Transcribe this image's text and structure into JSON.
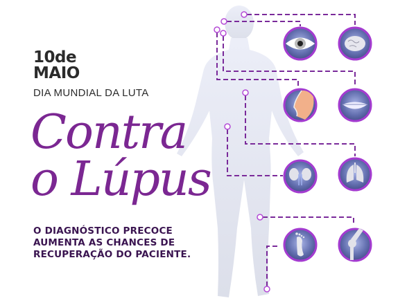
{
  "header": {
    "date_day": "10de",
    "date_month": "MAIO",
    "subtitle": "DIA MUNDIAL DA LUTA"
  },
  "title": {
    "line1": "Contra",
    "line2": "o Lúpus"
  },
  "message": {
    "line1": "O DIAGNÓSTICO PRECOCE",
    "line2": "AUMENTA AS CHANCES DE",
    "line3": "RECUPERAÇÃO DO PACIENTE."
  },
  "organs": [
    {
      "icon": "eye-icon"
    },
    {
      "icon": "brain-icon"
    },
    {
      "icon": "nose-icon"
    },
    {
      "icon": "mouth-icon"
    },
    {
      "icon": "kidneys-icon"
    },
    {
      "icon": "lungs-icon"
    },
    {
      "icon": "foot-icon"
    },
    {
      "icon": "knee-joint-icon"
    }
  ],
  "colors": {
    "accent_purple": "#7b2792",
    "connector_purple": "#7a2a9a",
    "icon_ring": "#a43bd0",
    "icon_fill": "#5a66a8",
    "silhouette": "#e3e6f2",
    "text_dark": "#2b2b2b"
  }
}
